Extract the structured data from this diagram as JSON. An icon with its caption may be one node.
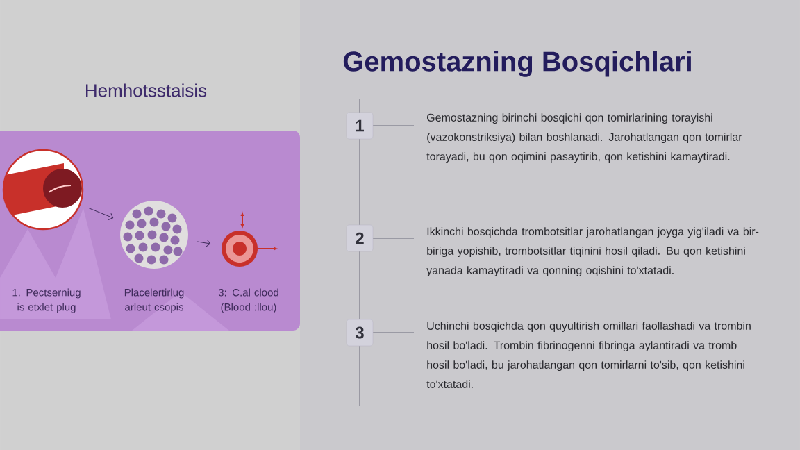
{
  "diagram": {
    "title": "Gemostazning Bosqichlari",
    "nodes": [
      {
        "text": [],
        "shape": "box"
      },
      {
        "text": [],
        "shape": "picture",
        "in": 0
      },
      {
        "text": [],
        "shape": "picture",
        "in": 0
      },
      {
        "text": [],
        "shape": "picture",
        "in": 0
      },
      {
        "text": [
          "1"
        ]
      },
      {
        "text": [
          "Gemostazning birinchi bosqichi qon tomirlarining torayishi (vazokonstriksiya) bilan boshlanadi. Jarohatlangan qon tomirlar torayadi, bu qon oqimini pasaytirib, qon ketishini kamaytiradi."
        ]
      },
      {
        "text": [
          "2"
        ]
      },
      {
        "text": [
          "Ikkinchi bosqichda trombotsitlar jarohatlangan joyga yig'iladi va bir-biriga yopishib, trombotsitlar tiqinini hosil qiladi. Bu qon ketishini yanada kamaytiradi va qonning oqishini to'xtatadi."
        ]
      },
      {
        "text": [
          "3"
        ]
      },
      {
        "text": [
          "Uchinchi bosqichda qon quyultirish omillari faollashadi va trombin hosil bo'ladi. Trombin fibrinogenni fibringa aylantiradi va tromb hosil bo'ladi, bu jarohatlangan qon tomirlarni to'sib, qon ketishini to'xtatadi."
        ]
      }
    ],
    "edges": [
      {
        "from": 1,
        "to": 2,
        "arrow": "to",
        "color": "#3e2a5a"
      },
      {
        "from": 2,
        "to": 3,
        "arrow": "to",
        "color": "#3e2a5a"
      },
      {
        "from": 4,
        "to": 5,
        "arrow": "none"
      },
      {
        "from": 6,
        "to": 7,
        "arrow": "none"
      },
      {
        "from": 8,
        "to": 9,
        "arrow": "none"
      },
      {
        "from": 4,
        "to": 6,
        "arrow": "none"
      },
      {
        "from": 6,
        "to": 8,
        "arrow": "none"
      }
    ],
    "labels": [
      "Hemhotsstaisis",
      "1. Pectserniug is etxlet plug",
      "Placelertirlug arleut csopis",
      "3: C.al clood (Blood :llou)"
    ]
  }
}
